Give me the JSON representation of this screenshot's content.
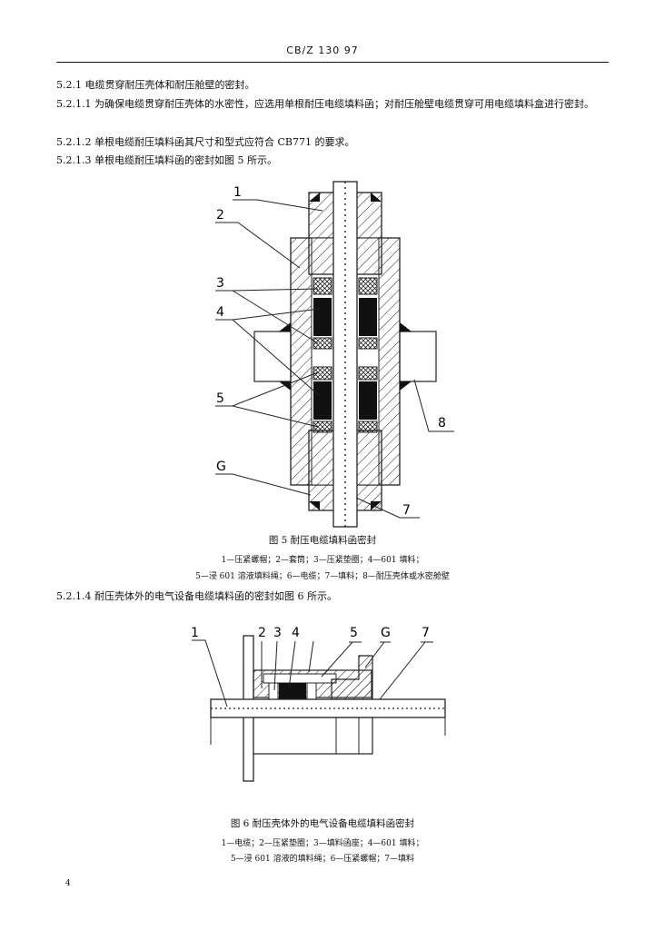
{
  "header": {
    "code": "CB/Z 130   97"
  },
  "paragraphs": {
    "p1": "5.2.1   电缆贯穿耐压壳体和耐压舱壁的密封。",
    "p2": "5.2.1.1   为确保电缆贯穿耐压壳体的水密性，应选用单根耐压电缆填料函；对耐压舱壁电缆贯穿可用电缆填料盒进行密封。",
    "p3": "5.2.1.2   单根电缆耐压填料函其尺寸和型式应符合 CB771 的要求。",
    "p4": "5.2.1.3   单根电缆耐压填料函的密封如图 5 所示。",
    "p5": "5.2.1.4   耐压壳体外的电气设备电缆填料函的密封如图 6 所示。"
  },
  "figure5": {
    "labels": [
      "1",
      "2",
      "3",
      "4",
      "5",
      "G",
      "7",
      "8"
    ],
    "title": "图 5   耐压电缆填料函密封",
    "legend_line1": "1—压紧螺帽；2—套筒；3—压紧垫圈；4—601 填料；",
    "legend_line2": "5—浸 601 溶液填料绳；6—电缆；7—填料；8—耐压壳体或水密舱壁"
  },
  "figure6": {
    "labels": [
      "1",
      "2",
      "3",
      "4",
      "5",
      "G",
      "7"
    ],
    "title": "图 6   耐压壳体外的电气设备电缆填料函密封",
    "legend_line1": "1—电缆；2—压紧垫圈；3—填料函座；4—601 填料；",
    "legend_line2": "5—浸 601 溶液的填料绳；6—压紧螺帽；7—填料"
  },
  "page_number": "4"
}
